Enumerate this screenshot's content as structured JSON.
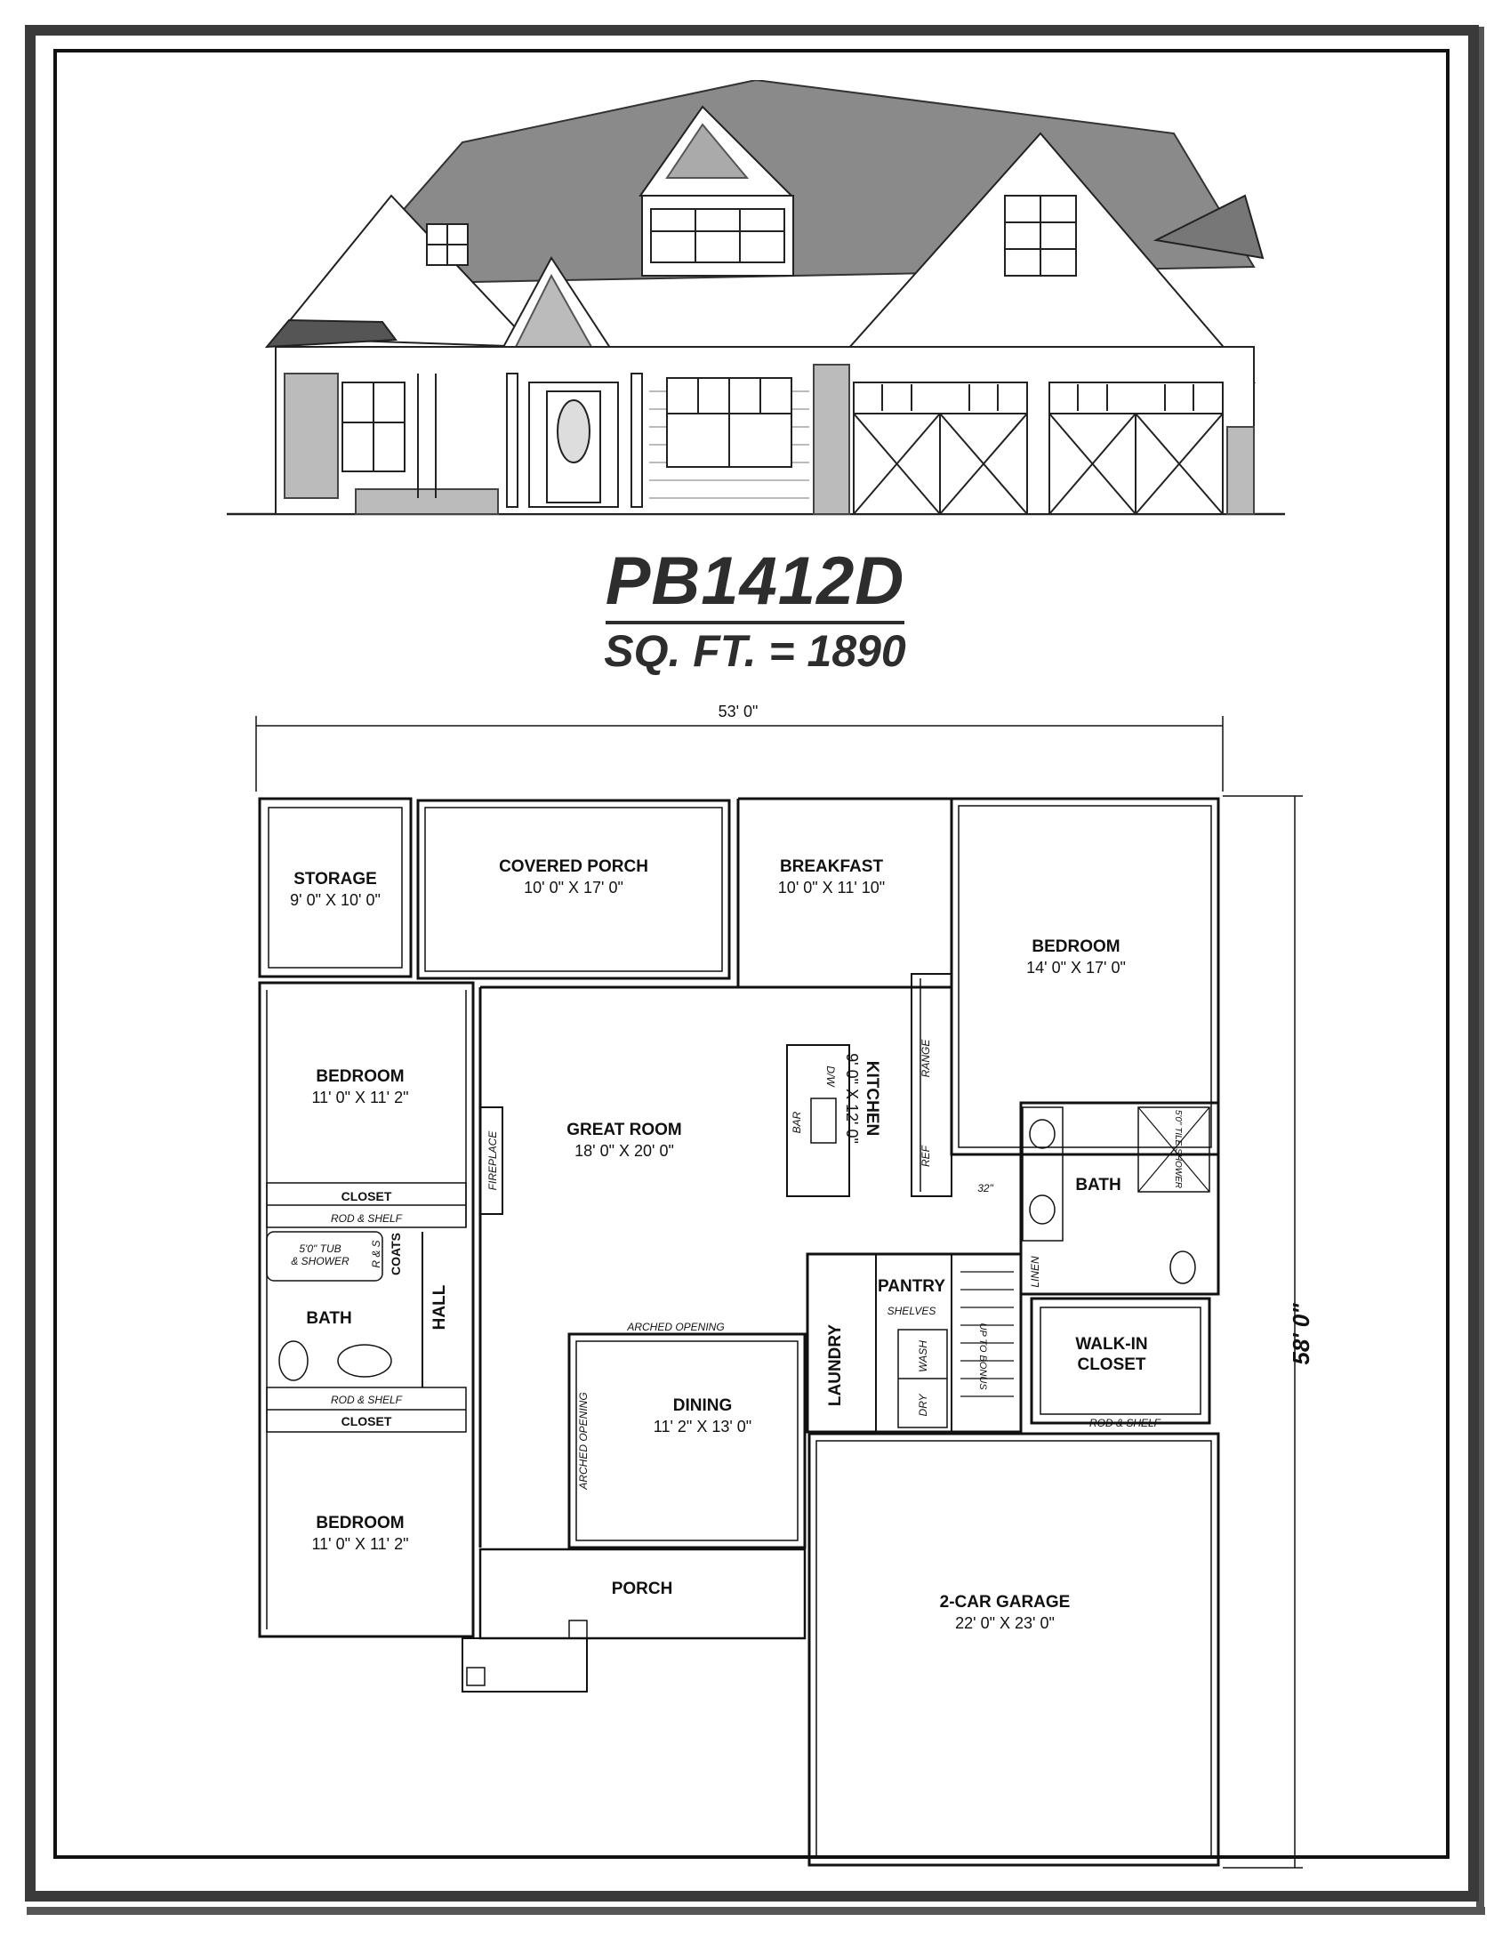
{
  "plan": {
    "name": "PB1412D",
    "sqft": "SQ. FT. = 1890",
    "width_dim": "53' 0\"",
    "depth_dim": "58' 0\""
  },
  "rooms": {
    "storage": {
      "name": "STORAGE",
      "size": "9' 0\" X 10' 0\""
    },
    "covered_porch": {
      "name": "COVERED PORCH",
      "size": "10' 0\" X 17' 0\""
    },
    "breakfast": {
      "name": "BREAKFAST",
      "size": "10' 0\" X 11' 10\""
    },
    "bedroom_master": {
      "name": "BEDROOM",
      "size": "14' 0\" X 17' 0\""
    },
    "bedroom_2": {
      "name": "BEDROOM",
      "size": "11' 0\" X 11' 2\""
    },
    "great_room": {
      "name": "GREAT ROOM",
      "size": "18' 0\" X 20' 0\""
    },
    "kitchen": {
      "name": "KITCHEN",
      "size": "9' 0\" X 12' 0\""
    },
    "bath_master": {
      "name": "BATH"
    },
    "bath_hall": {
      "name": "BATH"
    },
    "hall": {
      "name": "HALL"
    },
    "pantry": {
      "name": "PANTRY"
    },
    "laundry": {
      "name": "LAUNDRY"
    },
    "walkin_closet": {
      "name": "WALK-IN",
      "name2": "CLOSET"
    },
    "dining": {
      "name": "DINING",
      "size": "11' 2\" X 13' 0\""
    },
    "bedroom_3": {
      "name": "BEDROOM",
      "size": "11' 0\" X 11' 2\""
    },
    "porch": {
      "name": "PORCH"
    },
    "garage": {
      "name": "2-CAR GARAGE",
      "size": "22' 0\" X 23' 0\""
    }
  },
  "fixtures": {
    "closet_1": "CLOSET",
    "rod_shelf_1": "ROD & SHELF",
    "tub_1": "5'0\" TUB",
    "tub_2": "& SHOWER",
    "rs": "R & S",
    "coats": "COATS",
    "rod_shelf_2": "ROD & SHELF",
    "closet_2": "CLOSET",
    "fireplace": "FIREPLACE",
    "bar": "BAR",
    "dw": "D/W",
    "range": "RANGE",
    "ref": "REF",
    "door_32": "32\"",
    "tile_shower": "5'0\" TILE SHOWER",
    "linen": "LINEN",
    "shelves": "SHELVES",
    "up_to_bonus": "UP TO BONUS",
    "wash": "WASH",
    "dry": "DRY",
    "rod_shelf_3": "ROD & SHELF",
    "arched_1": "ARCHED OPENING",
    "arched_2": "ARCHED OPENING"
  }
}
